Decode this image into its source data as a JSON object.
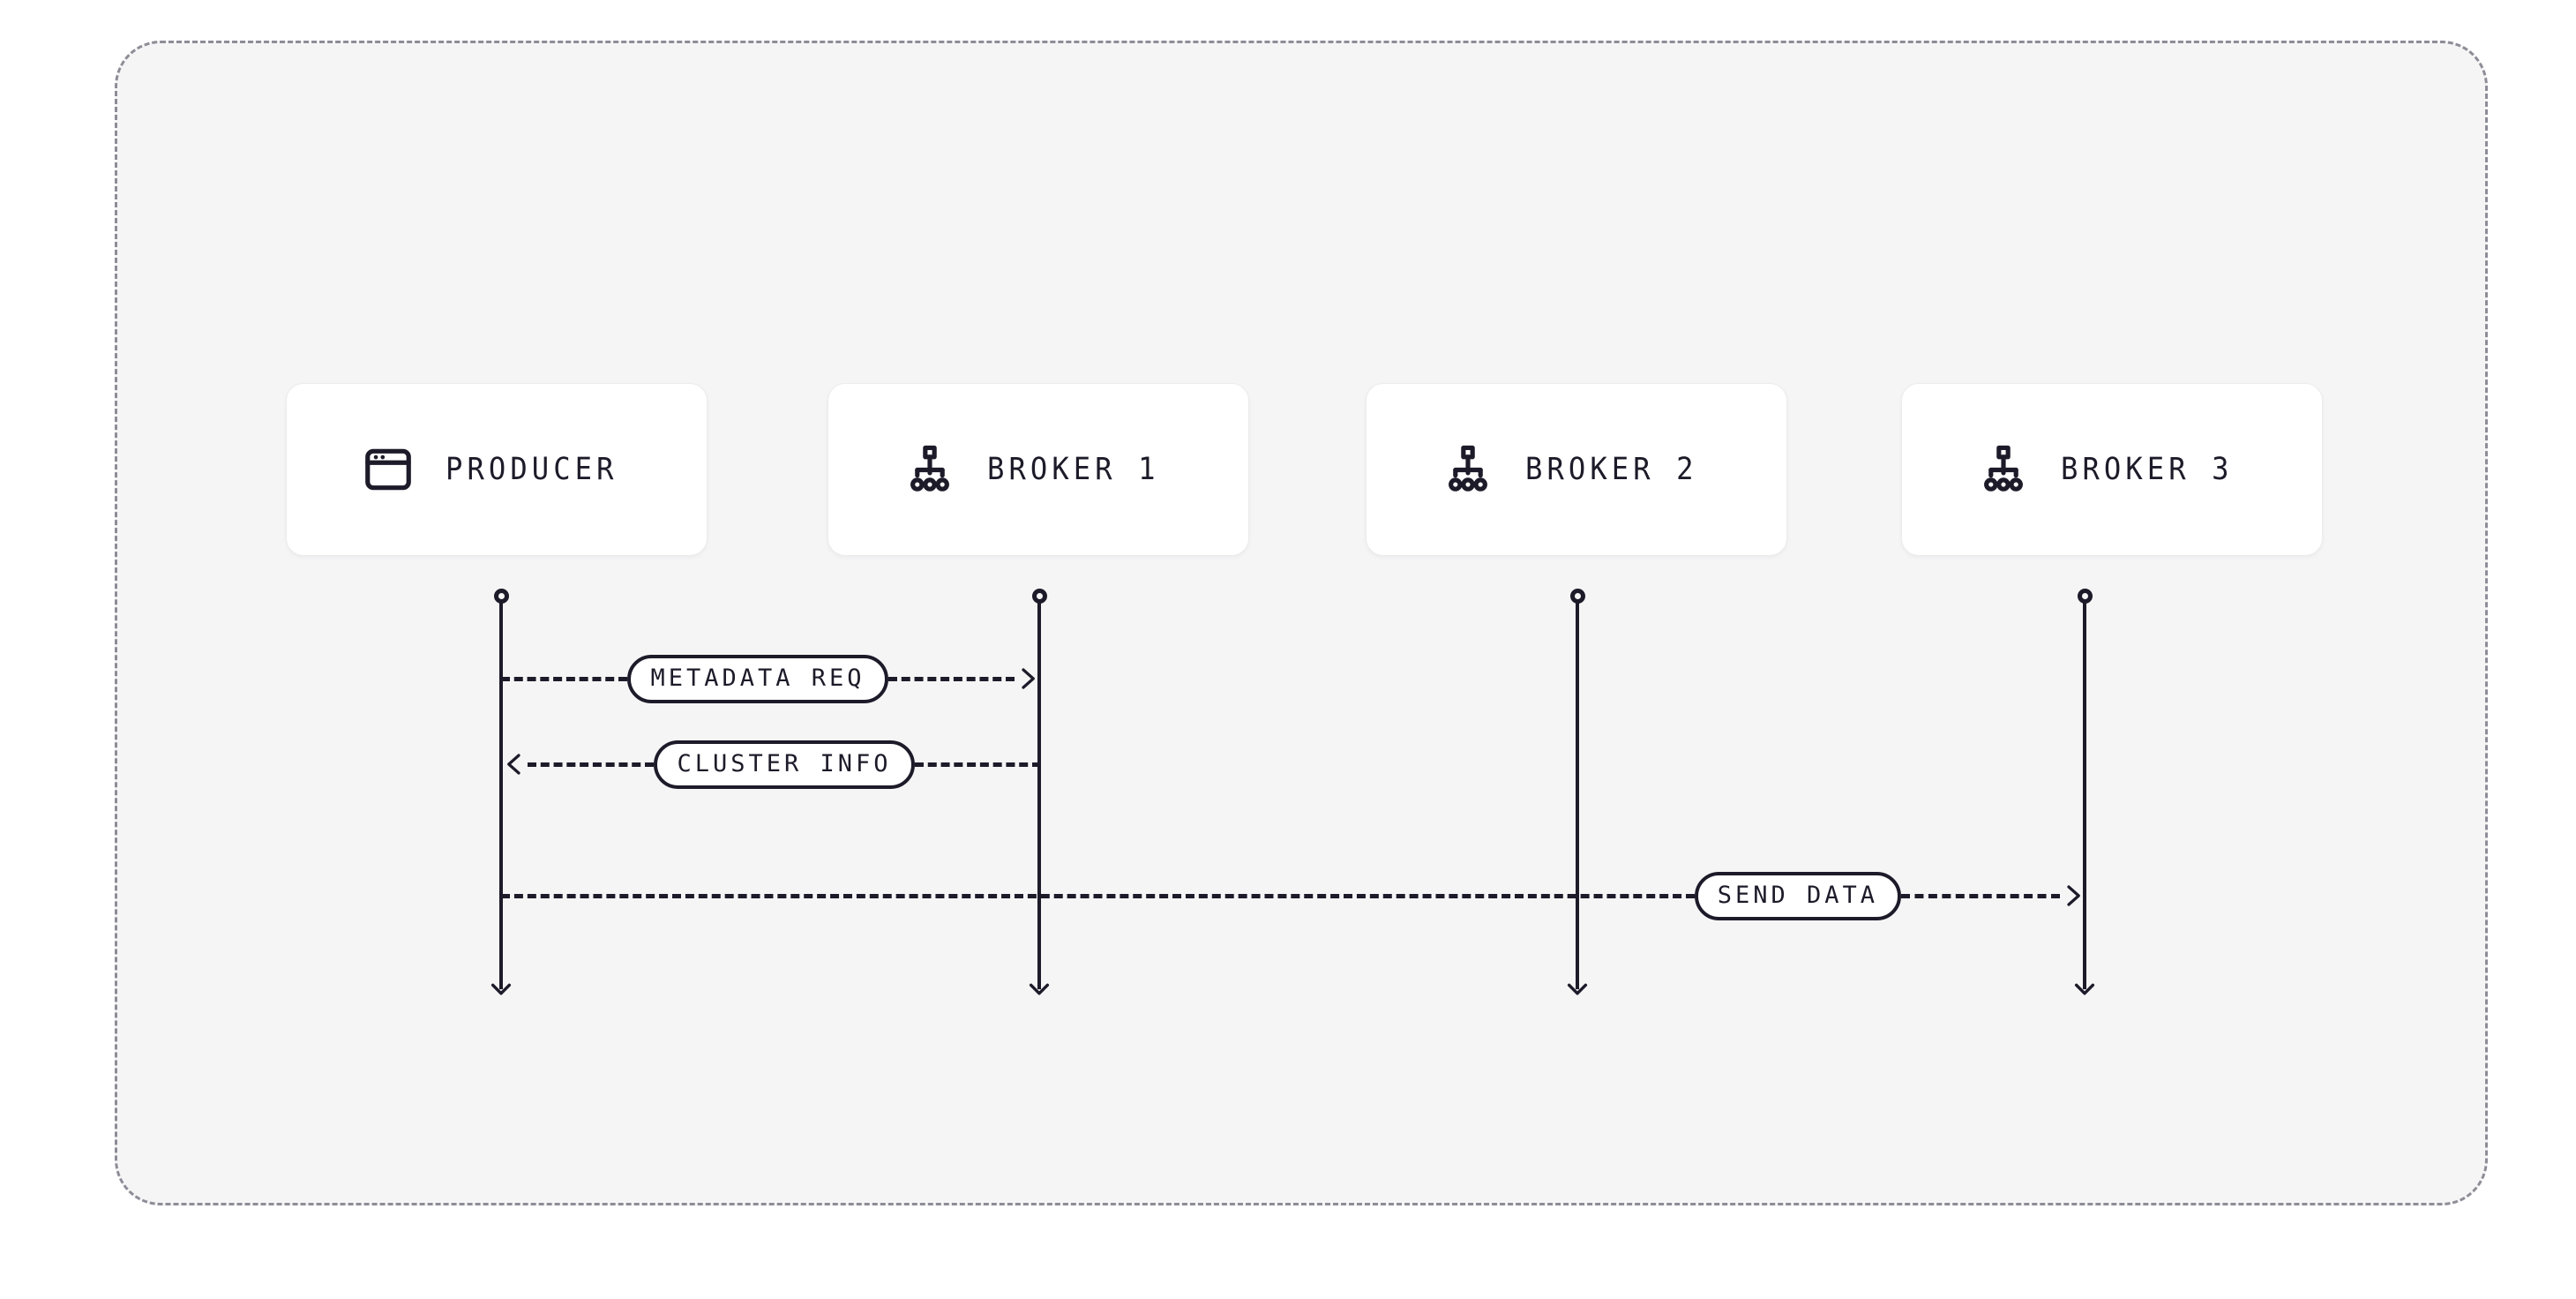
{
  "diagram": {
    "type": "sequence-diagram",
    "title": "",
    "container": {
      "background": "#f5f5f6",
      "border_color": "#8d8d97",
      "border_style": "dashed"
    },
    "ink_color": "#1d1b29",
    "participants": [
      {
        "id": "producer",
        "label": "PRODUCER",
        "icon": "app-window-icon"
      },
      {
        "id": "broker-1",
        "label": "BROKER 1",
        "icon": "network-tree-icon"
      },
      {
        "id": "broker-2",
        "label": "BROKER 2",
        "icon": "network-tree-icon"
      },
      {
        "id": "broker-3",
        "label": "BROKER 3",
        "icon": "network-tree-icon"
      }
    ],
    "messages": [
      {
        "id": "metadata-req",
        "label": "METADATA REQ",
        "from": "producer",
        "to": "broker-1",
        "direction": "right",
        "style": "dashed"
      },
      {
        "id": "cluster-info",
        "label": "CLUSTER INFO",
        "from": "broker-1",
        "to": "producer",
        "direction": "left",
        "style": "dashed"
      },
      {
        "id": "send-data",
        "label": "SEND DATA",
        "from": "producer",
        "to": "broker-3",
        "direction": "right",
        "style": "dashed"
      }
    ]
  }
}
